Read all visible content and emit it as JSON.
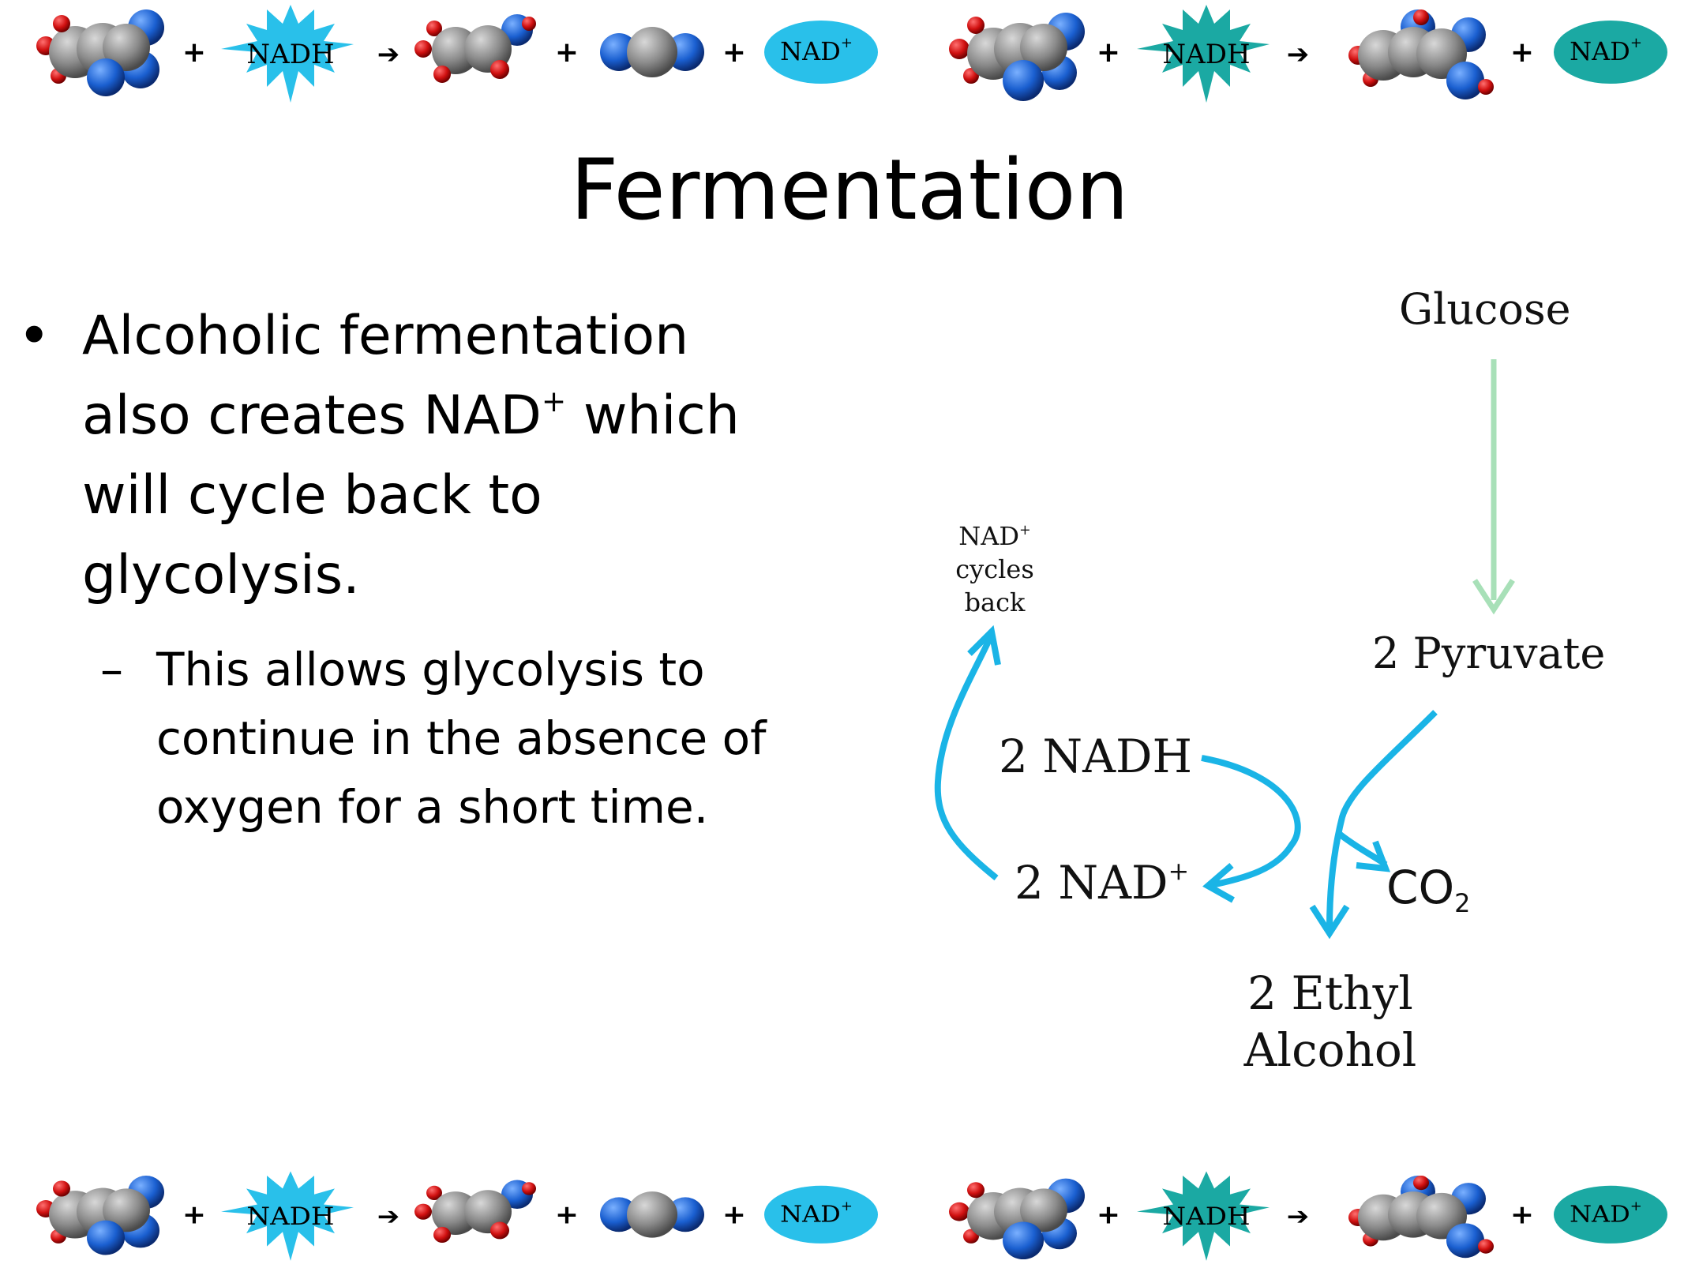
{
  "title": "Fermentation",
  "bullet": {
    "main_before": "Alcoholic fermentation also creates NAD",
    "main_sup": "+",
    "main_after": " which will cycle back to glycolysis.",
    "sub": "This allows glycolysis to continue in the absence of oxygen for a short time."
  },
  "banner": {
    "plus": "+",
    "arrow": "→",
    "nadh": "NADH",
    "nad": "NAD",
    "nad_sup": "+"
  },
  "diagram": {
    "glucose": "Glucose",
    "pyruvate": "2 Pyruvate",
    "nadh": "2 NADH",
    "nad_plus": "2 NAD",
    "nad_plus_sup": "+",
    "co2": "CO",
    "co2_sub": "2",
    "ethyl_line1": "2 Ethyl",
    "ethyl_line2": "Alcohol",
    "cycles_line1": "NAD",
    "cycles_line1_sup": "+",
    "cycles_line2": "cycles",
    "cycles_line3": "back"
  },
  "colors": {
    "arrow_blue": "#1ab4e6",
    "arrow_green": "#a8e0b8",
    "nadh_cyan": "#29c0ea",
    "nadh_teal": "#1ba9a3",
    "carbon": "#8a8a8a",
    "oxygen": "#d01010",
    "nitrogen": "#1a5fd0"
  }
}
